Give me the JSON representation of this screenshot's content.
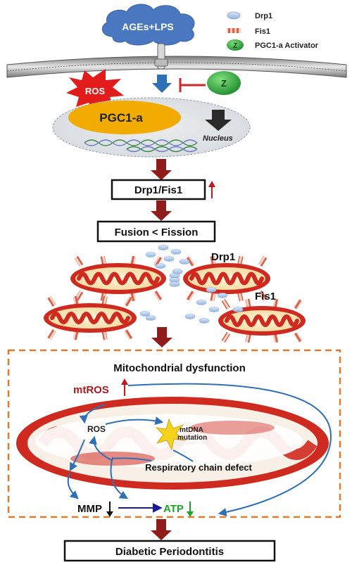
{
  "stimulus": "AGEs+LPS",
  "legend": {
    "drp1": "Drp1",
    "fis1": "Fis1",
    "activator_symbol": "Z",
    "activator": "PGC1-a Activator"
  },
  "membrane": {
    "ros": "ROS",
    "activator_symbol": "Z"
  },
  "nucleus": {
    "protein": "PGC1-a",
    "label": "Nucleus"
  },
  "steps": {
    "drp1_fis1": "Drp1/Fis1",
    "fusion_fission": "Fusion < Fission"
  },
  "mito_labels": {
    "drp1": "Drp1",
    "fis1": "Fis1"
  },
  "dysfunction": {
    "title": "Mitochondrial dysfunction",
    "mtros": "mtROS",
    "ros": "ROS",
    "mtdna_line1": "mtDNA",
    "mtdna_line2": "mutation",
    "respiratory": "Respiratory chain defect",
    "mmp": "MMP",
    "atp": "ATP"
  },
  "outcome": "Diabetic Periodontitis",
  "colors": {
    "cloud": "#4a78c0",
    "pgc1a": "#f2ab00",
    "up_arrow": "#c0191c",
    "down_arrow_dark": "#2a2a2a",
    "step_arrow": "#8f1b1b",
    "blue_arrow": "#2f6fb6",
    "dashed_border": "#e07b2c",
    "mito_outer": "#cf2a1f",
    "activator": "#2fae3a",
    "atp": "#1fa22b"
  }
}
